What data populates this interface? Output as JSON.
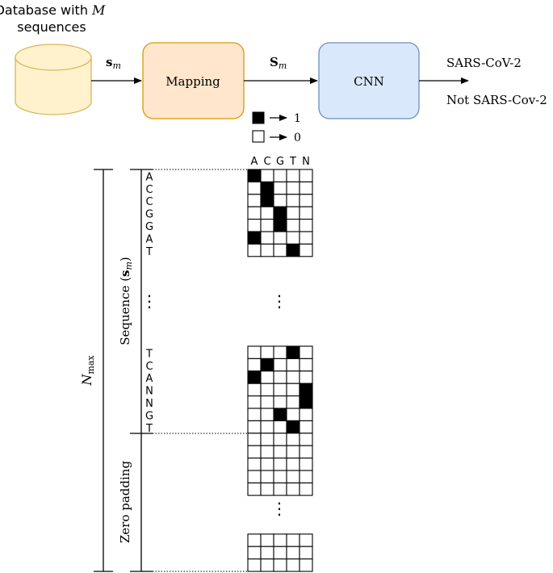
{
  "database": {
    "label_line1": "Database with ",
    "label_m": "M",
    "label_line2": "sequences",
    "fill": "#fff2cc",
    "stroke": "#d6b656"
  },
  "arrow_s_label": "s",
  "arrow_S_label": "S",
  "subscript": "m",
  "mapping": {
    "label": "Mapping",
    "fill": "#ffe6cc",
    "stroke": "#d79b00"
  },
  "cnn": {
    "label": "CNN",
    "fill": "#dae8fc",
    "stroke": "#6c8ebf"
  },
  "outputs": [
    "SARS-CoV-2",
    "Not SARS-Cov-2"
  ],
  "legend": {
    "filled_value": "1",
    "empty_value": "0"
  },
  "matrix": {
    "columns": [
      "A",
      "C",
      "G",
      "T",
      "N"
    ],
    "top_rows": [
      {
        "base": "A",
        "hot": 0
      },
      {
        "base": "C",
        "hot": 1
      },
      {
        "base": "C",
        "hot": 1
      },
      {
        "base": "G",
        "hot": 2
      },
      {
        "base": "G",
        "hot": 2
      },
      {
        "base": "A",
        "hot": 0
      },
      {
        "base": "T",
        "hot": 3
      }
    ],
    "mid_rows": [
      {
        "base": "T",
        "hot": 3
      },
      {
        "base": "C",
        "hot": 1
      },
      {
        "base": "A",
        "hot": 0
      },
      {
        "base": "N",
        "hot": 4
      },
      {
        "base": "N",
        "hot": 4
      },
      {
        "base": "G",
        "hot": 2
      },
      {
        "base": "T",
        "hot": 3
      }
    ],
    "padding_rows_upper": 5,
    "padding_rows_lower": 3
  },
  "labels": {
    "sequence_text": "Sequence (",
    "sequence_s": "s",
    "sequence_close": ")",
    "zero_padding": "Zero padding",
    "nmax_n": "N",
    "nmax_sub": "max",
    "dots": "⋮"
  }
}
